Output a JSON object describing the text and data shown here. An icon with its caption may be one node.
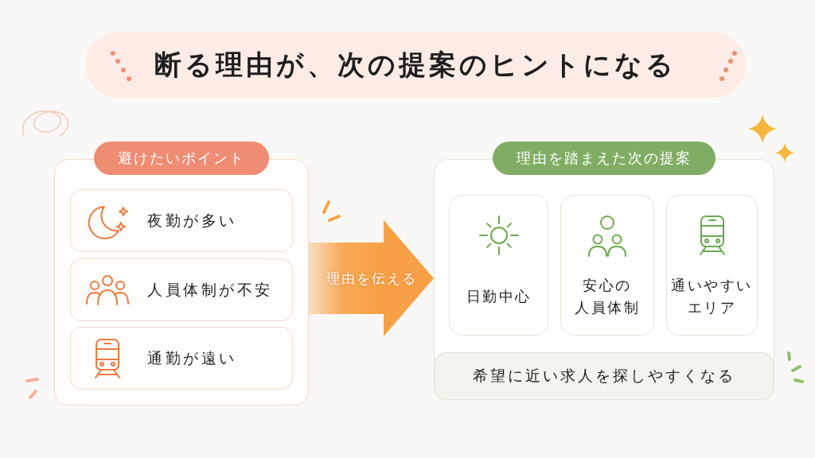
{
  "diagram": {
    "title": "断る理由が、次の提案のヒントになる",
    "nodes": [
      {
        "text": [
          "避けたいポイント"
        ]
      },
      {
        "text": [
          "夜勤が多い"
        ],
        "in": 0
      },
      {
        "text": [
          "人員体制が不安"
        ],
        "in": 0
      },
      {
        "text": [
          "通勤が遠い"
        ],
        "in": 0
      },
      {
        "text": [
          "理由を踏まえた次の提案"
        ]
      },
      {
        "text": [
          "日勤中心"
        ],
        "in": 4
      },
      {
        "text": [
          "安心の人員体制"
        ],
        "in": 4
      },
      {
        "text": [
          "通いやすいエリア"
        ],
        "in": 4
      },
      {
        "text": [
          "希望に近い求人を探しやすくなる"
        ],
        "in": 4
      }
    ],
    "edges": [
      {
        "from": 0,
        "to": 4,
        "arrow": "to",
        "label": "理由を伝える",
        "style": "thick",
        "color": "#f7a045"
      }
    ]
  }
}
